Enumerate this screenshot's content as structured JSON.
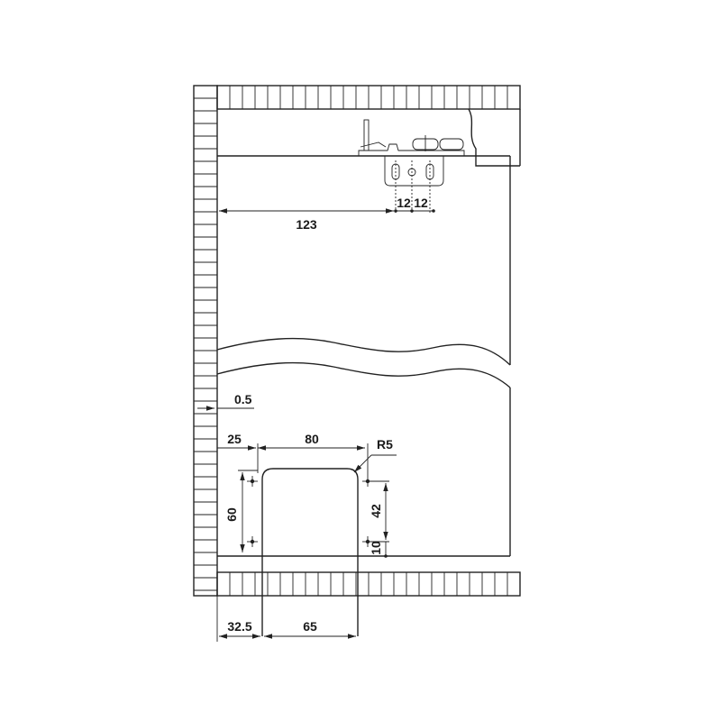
{
  "dimensions": {
    "d_123": "123",
    "d_12a": "12",
    "d_12b": "12",
    "d_05": "0.5",
    "d_25": "25",
    "d_80": "80",
    "d_R5": "R5",
    "d_60": "60",
    "d_42": "42",
    "d_10": "10",
    "d_325": "32.5",
    "d_65": "65"
  },
  "colors": {
    "line": "#222222",
    "background": "#ffffff"
  }
}
